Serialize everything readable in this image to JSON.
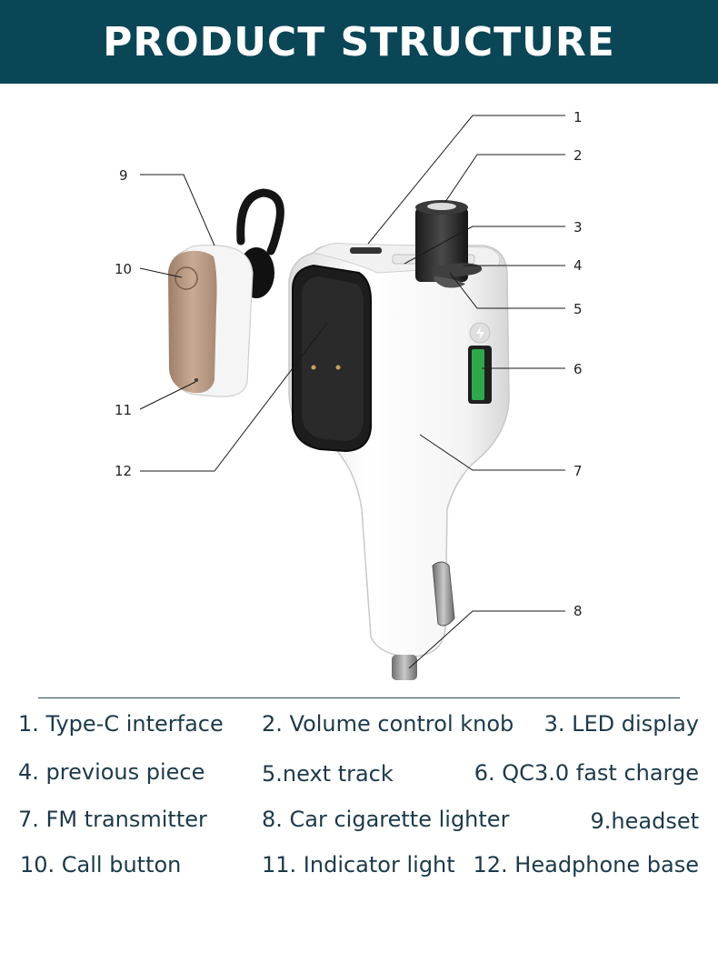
{
  "header": {
    "title": "PRODUCT STRUCTURE"
  },
  "callouts": [
    "1",
    "2",
    "3",
    "4",
    "5",
    "6",
    "7",
    "8",
    "9",
    "10",
    "11",
    "12"
  ],
  "legend": [
    "1. Type-C interface",
    "2. Volume control knob",
    "3. LED display",
    "4. previous piece",
    "5.next track",
    "6. QC3.0 fast charge",
    "7. FM transmitter",
    "8. Car cigarette lighter",
    "9.headset",
    "10. Call button",
    "11. Indicator light",
    "12. Headphone base"
  ],
  "colors": {
    "banner": "#0b4656",
    "text": "#1c3a4a",
    "headset_panel": "#b5957d",
    "usb_port": "#2ea84a"
  }
}
